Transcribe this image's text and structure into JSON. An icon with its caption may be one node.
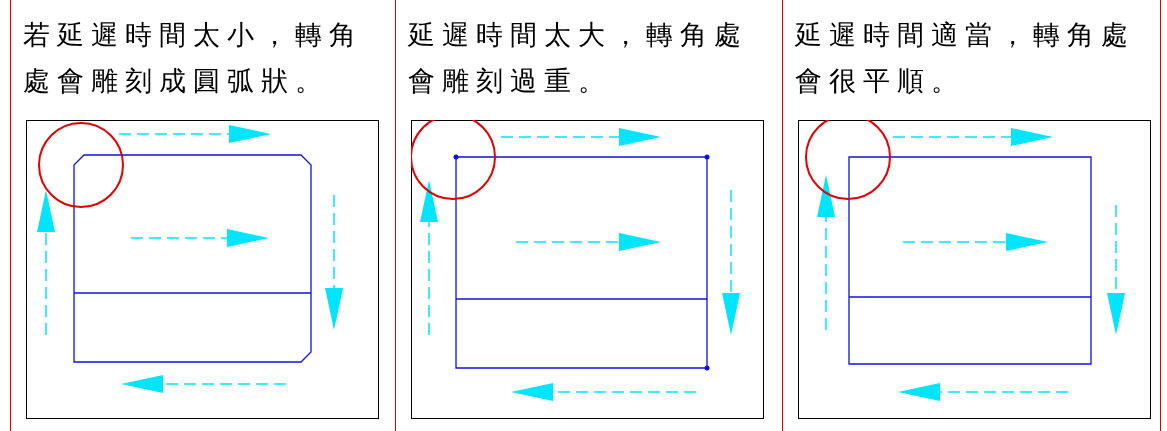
{
  "diagram": {
    "nodes": [
      {
        "text": [
          "若延遲時間太小，轉角處會雕刻成圓弧狀。"
        ]
      },
      {
        "text": [
          "延遲時間太大，轉角處會雕刻過重。"
        ]
      },
      {
        "text": [
          "延遲時間適當，轉角處會很平順。"
        ]
      }
    ]
  }
}
